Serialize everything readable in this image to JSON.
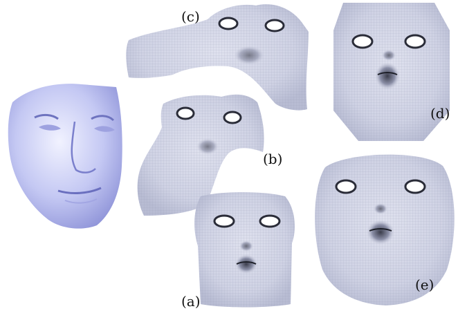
{
  "figure": {
    "labels": {
      "a": "(a)",
      "b": "(b)",
      "c": "(c)",
      "d": "(d)",
      "e": "(e)"
    },
    "colors": {
      "mesh_fill": "#d9dbe9",
      "mesh_shade": "#9ea3bd",
      "mesh_dark": "#2a2c38",
      "face_light": "#eceeff",
      "face_mid": "#b9bdf0",
      "face_dark": "#7b80c9"
    }
  }
}
